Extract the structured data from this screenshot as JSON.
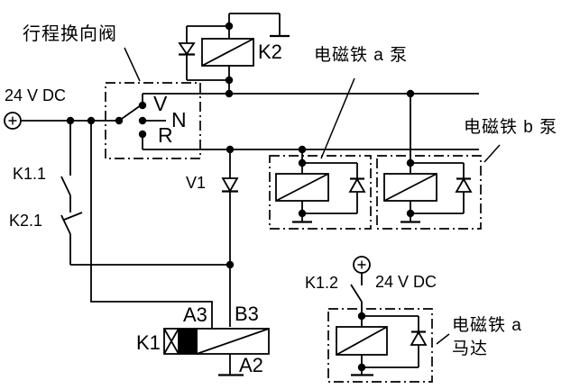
{
  "colors": {
    "line": "#000000",
    "background": "#ffffff"
  },
  "labels": {
    "valve": "行程换向阀",
    "supply_left": "24 V DC",
    "k1_1": "K1.1",
    "k2_1": "K2.1",
    "pos_v": "V",
    "pos_n": "N",
    "pos_r": "R",
    "k2": "K2",
    "v1": "V1",
    "pump_a": "电磁铁 a 泵",
    "pump_b": "电磁铁 b 泵",
    "k1_2": "K1.2",
    "supply_right": "24 V DC",
    "motor_a_line1": "电磁铁 a",
    "motor_a_line2": "马达",
    "a3": "A3",
    "b3": "B3",
    "a2": "A2",
    "k1": "K1"
  }
}
